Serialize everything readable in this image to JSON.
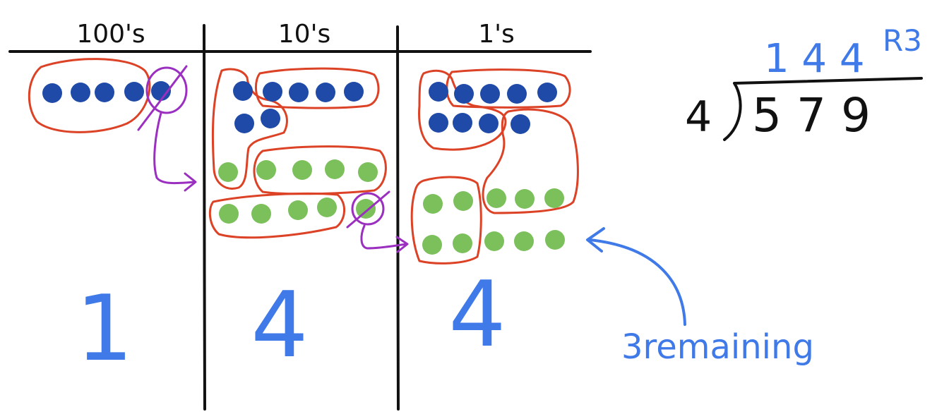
{
  "colors": {
    "ink": "#111111",
    "blue_dot": "#1f4aa8",
    "green_dot": "#7cc05c",
    "red_loop": "#dc4226",
    "purple": "#9a2fc0",
    "blue_ink": "#3f7ae8"
  },
  "place_value_chart": {
    "headers": [
      "100's",
      "10's",
      "1's"
    ],
    "column_results": [
      "1",
      "4",
      "4"
    ]
  },
  "division": {
    "divisor": "4",
    "dividend": "5 7 9",
    "quotient": "1 4 4",
    "remainder_label": "R3"
  },
  "annotation": {
    "text": "3remaining"
  }
}
